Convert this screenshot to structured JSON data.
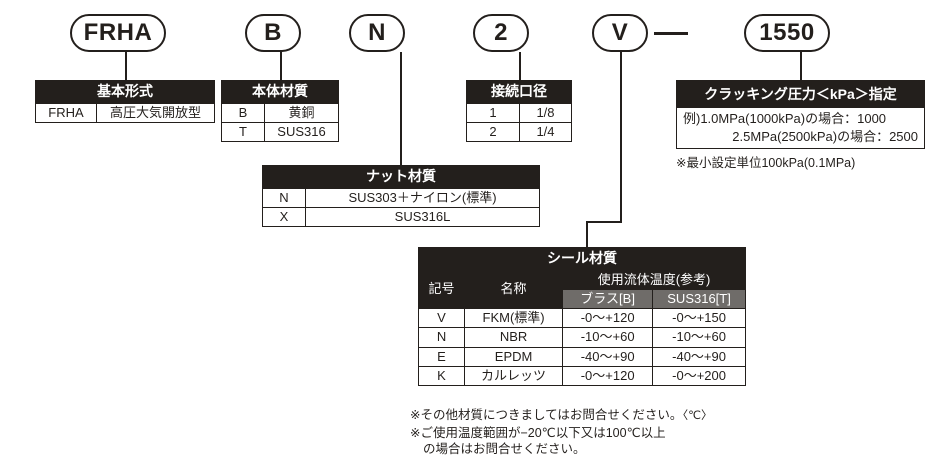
{
  "model_code": {
    "segments": [
      {
        "name": "base-type",
        "value": "FRHA",
        "width": 96
      },
      {
        "name": "body-material",
        "value": "B",
        "width": 56
      },
      {
        "name": "nut-material",
        "value": "N",
        "width": 56
      },
      {
        "name": "port-size",
        "value": "2",
        "width": 56
      },
      {
        "name": "seal-material",
        "value": "V",
        "width": 56
      },
      {
        "name": "cracking-pressure",
        "value": "1550",
        "width": 86
      }
    ]
  },
  "base_type": {
    "title": "基本形式",
    "rows": [
      [
        "FRHA",
        "高圧大気開放型"
      ]
    ]
  },
  "body_material": {
    "title": "本体材質",
    "rows": [
      [
        "B",
        "黄銅"
      ],
      [
        "T",
        "SUS316"
      ]
    ]
  },
  "nut_material": {
    "title": "ナット材質",
    "rows": [
      [
        "N",
        "SUS303＋ナイロン(標準)"
      ],
      [
        "X",
        "SUS316L"
      ]
    ]
  },
  "port_size": {
    "title": "接続口径",
    "rows": [
      [
        "1",
        "1/8"
      ],
      [
        "2",
        "1/4"
      ]
    ]
  },
  "cracking_pressure": {
    "title": "クラッキング圧力＜kPa＞指定",
    "example_line1": "例)1.0MPa(1000kPa)の場合：1000",
    "example_line2": "2.5MPa(2500kPa)の場合：2500",
    "note": "※最小設定単位100kPa(0.1MPa)"
  },
  "seal_material": {
    "title": "シール材質",
    "header": {
      "symbol": "記号",
      "name": "名称",
      "temp_group": "使用流体温度(参考)",
      "col_brass": "ブラス[B]",
      "col_sus": "SUS316[T]"
    },
    "rows": [
      {
        "symbol": "V",
        "name": "FKM(標準)",
        "brass": "-0〜+120",
        "sus": "-0〜+150"
      },
      {
        "symbol": "N",
        "name": "NBR",
        "brass": "-10〜+60",
        "sus": "-10〜+60"
      },
      {
        "symbol": "E",
        "name": "EPDM",
        "brass": "-40〜+90",
        "sus": "-40〜+90"
      },
      {
        "symbol": "K",
        "name": "カルレッツ",
        "brass": "-0〜+120",
        "sus": "-0〜+200"
      }
    ],
    "notes": {
      "line1": "※その他材質につきましてはお問合せください。",
      "unit": "〈℃〉",
      "line2": "※ご使用温度範囲が−20℃以下又は100℃以上",
      "line3": "の場合はお問合せください。"
    }
  },
  "colors": {
    "ink": "#231f1c",
    "header_fill": "#231f1c",
    "subheader_gray": "#6f6c69",
    "paper": "#ffffff"
  }
}
